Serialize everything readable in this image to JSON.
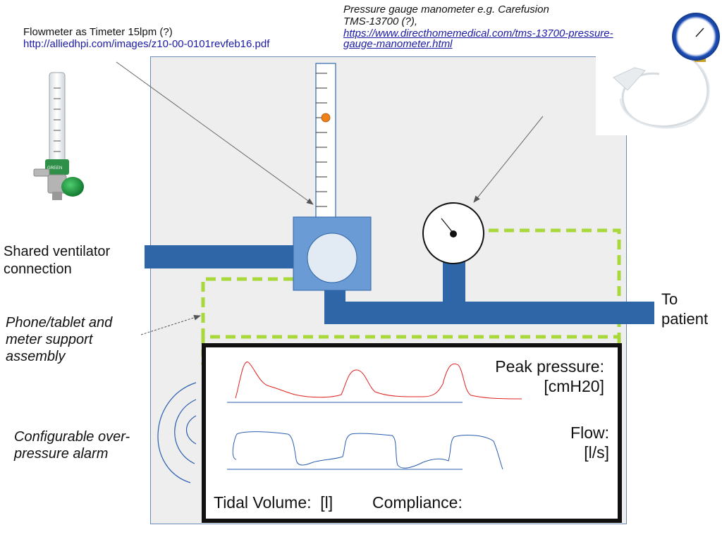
{
  "annotations": {
    "flowmeter": {
      "title": "Flowmeter as Timeter 15lpm (?)",
      "url": "http://alliedhpi.com/images/z10-00-0101revfeb16.pdf"
    },
    "gauge": {
      "line1": "Pressure gauge manometer e.g. Carefusion",
      "line2": "TMS-13700 (?),",
      "url_line1": "https://www.directhomemedical.com/tms-13700-pressure-",
      "url_line2": "gauge-manometer.html"
    },
    "shared_ventilator": {
      "line1": "Shared ventilator",
      "line2": "connection"
    },
    "to_patient": {
      "line1": "To",
      "line2": "patient"
    },
    "support": {
      "line1": "Phone/tablet and",
      "line2": "meter support",
      "line3": "assembly"
    },
    "alarm": {
      "line1": "Configurable over-",
      "line2": "pressure alarm"
    }
  },
  "display": {
    "peak_pressure": "Peak pressure:",
    "peak_pressure_unit": "[cmH20]",
    "flow": "Flow:",
    "flow_unit": "[l/s]",
    "tidal_volume": "Tidal Volume:  [l]",
    "compliance": "Compliance:"
  },
  "flowmeter_photo_label": "GREEN",
  "colors": {
    "pipe": "#2f66a8",
    "flow_block": "#6a9bd4",
    "dashed_support": "#a8d83a",
    "pressure_wave": "#e02020",
    "flow_wave": "#2a5db0",
    "float_ball": "#f08018",
    "panel": "#eeeeee"
  }
}
